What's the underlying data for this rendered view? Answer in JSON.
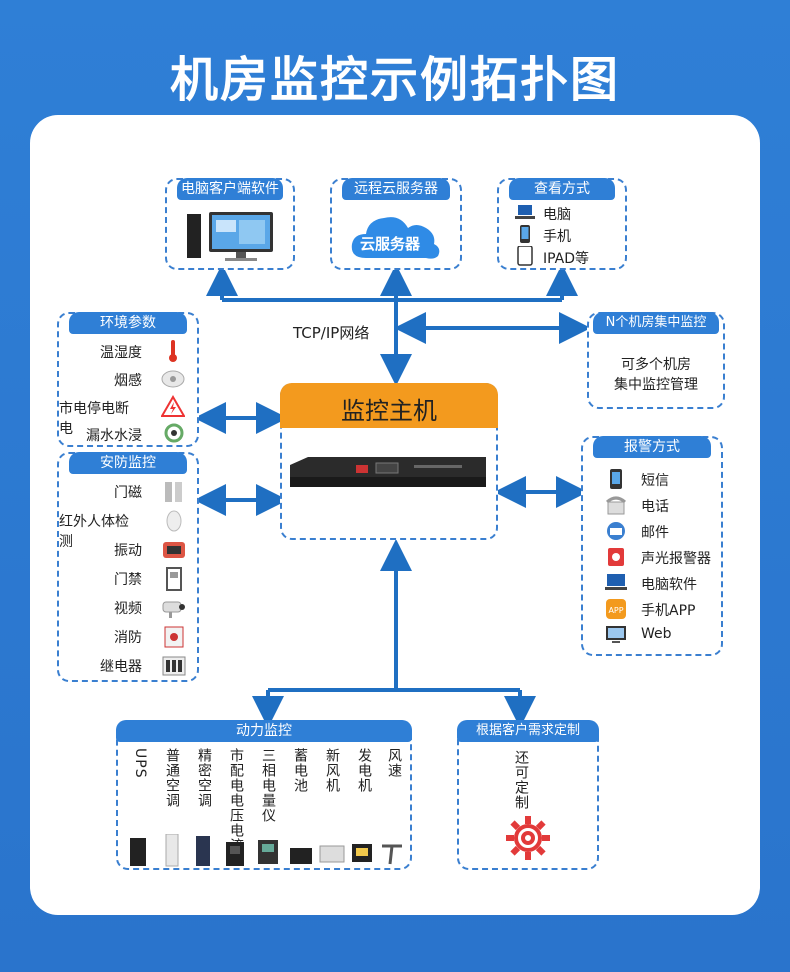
{
  "title": "机房监控示例拓扑图",
  "network_label": "TCP/IP网络",
  "host": {
    "title": "监控主机"
  },
  "top_boxes": {
    "client": {
      "title": "电脑客户端软件"
    },
    "cloud": {
      "title": "远程云服务器",
      "cloud_label": "云服务器"
    },
    "view": {
      "title": "查看方式",
      "items": [
        "电脑",
        "手机",
        "IPAD等"
      ]
    }
  },
  "env": {
    "title": "环境参数",
    "items": [
      "温湿度",
      "烟感",
      "市电停电断电",
      "漏水水浸"
    ]
  },
  "security": {
    "title": "安防监控",
    "items": [
      "门磁",
      "红外人体检测",
      "振动",
      "门禁",
      "视频",
      "消防",
      "继电器"
    ]
  },
  "ncenter": {
    "title": "N个机房集中监控",
    "desc_line1": "可多个机房",
    "desc_line2": "集中监控管理"
  },
  "alarm": {
    "title": "报警方式",
    "items": [
      "短信",
      "电话",
      "邮件",
      "声光报警器",
      "电脑软件",
      "手机APP",
      "Web"
    ]
  },
  "power": {
    "title": "动力监控",
    "items": [
      "UPS",
      "普通空调",
      "精密空调",
      "市配电电压电流",
      "三相电量仪",
      "蓄电池",
      "新风机",
      "发电机",
      "风速"
    ]
  },
  "custom": {
    "title": "根据客户需求定制",
    "desc": "还可定制"
  },
  "colors": {
    "blue": "#2f7fd6",
    "orange": "#f39a1e",
    "arrow": "#1f6fc2",
    "gear": "#e23a3a"
  }
}
